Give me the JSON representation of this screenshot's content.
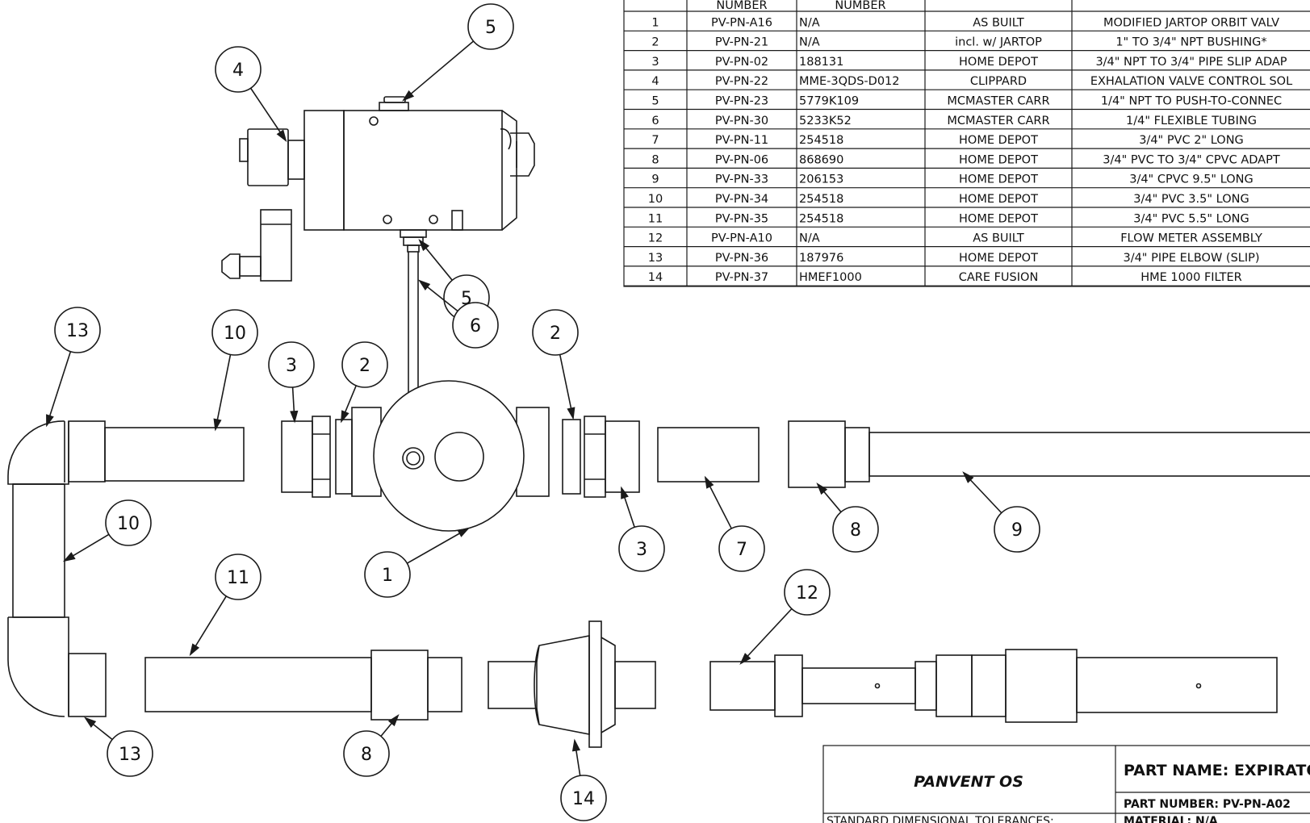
{
  "bom": {
    "header_fragments": [
      "NUMBER",
      "NUMBER"
    ],
    "rows": [
      {
        "item": "1",
        "part_number": "PV-PN-A16",
        "vendor_number": "N/A",
        "vendor": "AS BUILT",
        "description": "MODIFIED JARTOP ORBIT VALV"
      },
      {
        "item": "2",
        "part_number": "PV-PN-21",
        "vendor_number": "N/A",
        "vendor": "incl. w/ JARTOP",
        "description": "1\" TO 3/4\" NPT BUSHING*"
      },
      {
        "item": "3",
        "part_number": "PV-PN-02",
        "vendor_number": "188131",
        "vendor": "HOME DEPOT",
        "description": "3/4\" NPT TO 3/4\" PIPE SLIP ADAP"
      },
      {
        "item": "4",
        "part_number": "PV-PN-22",
        "vendor_number": "MME-3QDS-D012",
        "vendor": "CLIPPARD",
        "description": "EXHALATION VALVE CONTROL SOL"
      },
      {
        "item": "5",
        "part_number": "PV-PN-23",
        "vendor_number": "5779K109",
        "vendor": "MCMASTER CARR",
        "description": "1/4\" NPT TO PUSH-TO-CONNEC"
      },
      {
        "item": "6",
        "part_number": "PV-PN-30",
        "vendor_number": "5233K52",
        "vendor": "MCMASTER CARR",
        "description": "1/4\" FLEXIBLE TUBING"
      },
      {
        "item": "7",
        "part_number": "PV-PN-11",
        "vendor_number": "254518",
        "vendor": "HOME DEPOT",
        "description": "3/4\" PVC 2\" LONG"
      },
      {
        "item": "8",
        "part_number": "PV-PN-06",
        "vendor_number": " 868690",
        "vendor": "HOME DEPOT",
        "description": "3/4\" PVC TO 3/4\" CPVC ADAPT"
      },
      {
        "item": "9",
        "part_number": "PV-PN-33",
        "vendor_number": " 206153",
        "vendor": "HOME DEPOT",
        "description": "3/4\" CPVC 9.5\" LONG"
      },
      {
        "item": "10",
        "part_number": "PV-PN-34",
        "vendor_number": "254518",
        "vendor": "HOME DEPOT",
        "description": "3/4\" PVC 3.5\" LONG"
      },
      {
        "item": "11",
        "part_number": "PV-PN-35",
        "vendor_number": "254518",
        "vendor": "HOME DEPOT",
        "description": "3/4\" PVC 5.5\" LONG"
      },
      {
        "item": "12",
        "part_number": "PV-PN-A10",
        "vendor_number": "N/A",
        "vendor": "AS BUILT",
        "description": "FLOW METER ASSEMBLY"
      },
      {
        "item": "13",
        "part_number": "PV-PN-36",
        "vendor_number": "187976",
        "vendor": "HOME DEPOT",
        "description": "3/4\" PIPE ELBOW (SLIP)"
      },
      {
        "item": "14",
        "part_number": "PV-PN-37",
        "vendor_number": "HMEF1000",
        "vendor": "CARE FUSION",
        "description": "HME 1000 FILTER"
      }
    ]
  },
  "balloons": [
    {
      "label": "4"
    },
    {
      "label": "5"
    },
    {
      "label": "5"
    },
    {
      "label": "6"
    },
    {
      "label": "13"
    },
    {
      "label": "10"
    },
    {
      "label": "3"
    },
    {
      "label": "2"
    },
    {
      "label": "2"
    },
    {
      "label": "10"
    },
    {
      "label": "1"
    },
    {
      "label": "3"
    },
    {
      "label": "7"
    },
    {
      "label": "8"
    },
    {
      "label": "9"
    },
    {
      "label": "11"
    },
    {
      "label": "12"
    },
    {
      "label": "13"
    },
    {
      "label": "8"
    },
    {
      "label": "14"
    }
  ],
  "title_block": {
    "project": "PANVENT OS",
    "part_name": "PART NAME: EXPIRATOR",
    "part_number": "PART NUMBER: PV-PN-A02",
    "tolerances": "STANDARD DIMENSIONAL TOLERANCES:",
    "material": "MATERIAL: N/A"
  },
  "colors": {
    "line": "#1a1a1a",
    "paper": "#ffffff"
  }
}
